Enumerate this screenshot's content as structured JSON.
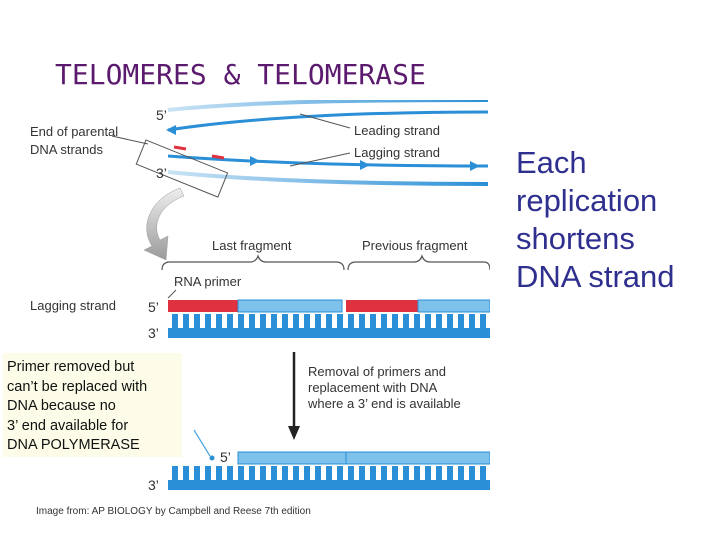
{
  "title": "TELOMERES & TELOMERASE",
  "side_note": [
    "Each",
    "replication",
    "shortens",
    "DNA strand"
  ],
  "diagram": {
    "label_5prime_top": "5’",
    "label_3prime_top": "3’",
    "end_of_parental": [
      "End of parental",
      "DNA strands"
    ],
    "leading_strand": "Leading strand",
    "lagging_strand_top": "Lagging strand",
    "last_fragment": "Last fragment",
    "previous_fragment": "Previous fragment",
    "rna_primer": "RNA primer",
    "lagging_strand_mid": "Lagging strand",
    "label_5prime_mid": "5’",
    "label_3prime_mid": "3’",
    "removal_text": [
      "Removal of primers and",
      "replacement with DNA",
      "where a 3’ end is available"
    ],
    "label_5prime_bot": "5’",
    "label_3prime_bot": "3’"
  },
  "callout": [
    "Primer removed but",
    "can’t be replaced with",
    "DNA because no",
    "3’ end available for",
    "DNA POLYMERASE"
  ],
  "credit": "Image from: AP BIOLOGY by Campbell and Reese 7th edition",
  "colors": {
    "title": "#5b1a6e",
    "side_note": "#2e2f8e",
    "strand_blue": "#2a8fd6",
    "rna_red": "#e0313e",
    "fragment_blue": "#7ec2ec"
  }
}
